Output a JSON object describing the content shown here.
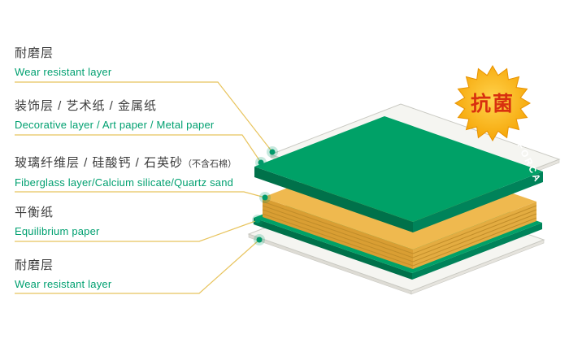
{
  "badge": {
    "label": "抗菌"
  },
  "brand": {
    "label": "FORCA",
    "color": "#ffffff"
  },
  "labels": [
    {
      "id": "wear-top",
      "zh": "耐磨层",
      "en": "Wear resistant layer"
    },
    {
      "id": "decorative",
      "zh": "装饰层 / 艺术纸 / 金属纸",
      "en": "Decorative layer / Art paper / Metal paper"
    },
    {
      "id": "fiberglass",
      "zh": "玻璃纤维层 / 硅酸钙 / 石英砂",
      "note": "（不含石棉）",
      "en": "Fiberglass layer/Calcium silicate/Quartz sand"
    },
    {
      "id": "equilibrium",
      "zh": "平衡纸",
      "en": "Equilibrium paper"
    },
    {
      "id": "wear-bottom",
      "zh": "耐磨层",
      "en": "Wear resistant layer"
    }
  ],
  "layers": [
    {
      "name": "wear-resistant-top-sheet"
    },
    {
      "name": "decorative-green-sheet"
    },
    {
      "name": "fiberglass-core-stack"
    },
    {
      "name": "equilibrium-green-sheet"
    },
    {
      "name": "wear-resistant-bottom-sheet"
    }
  ],
  "colors": {
    "sheet": "#f5f5f1",
    "sheet_edge": "#c9c9c2",
    "green": "#00a167",
    "green_side_dark": "#00714a",
    "green_side_mid": "#00835a",
    "yellow": "#efb94f",
    "yellow_side_dark": "#d99e33",
    "yellow_side_mid": "#e3ac41",
    "leader_line": "#e8c45e",
    "dot": "#009a6a",
    "accent_text": "#00a070",
    "zh_text": "#3c3c3c",
    "badge_light": "#ffd34d",
    "badge_deep": "#f5a201",
    "badge_text": "#d8300f"
  }
}
